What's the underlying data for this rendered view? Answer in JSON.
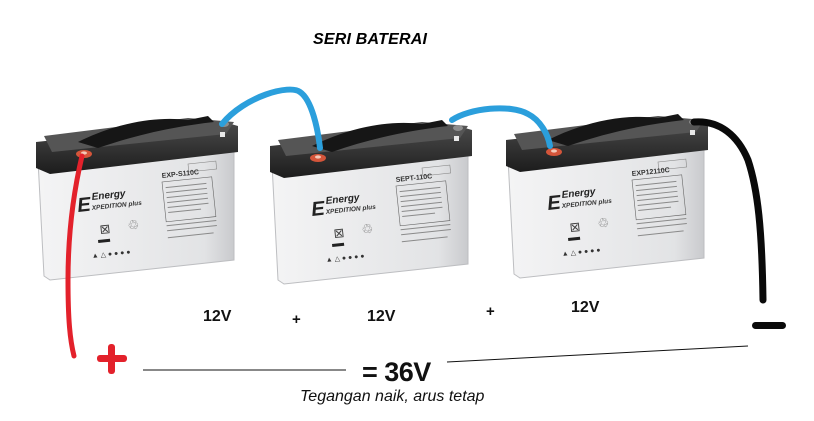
{
  "title": "SERI BATERAI",
  "batteries": [
    {
      "brand_top": "Energy",
      "brand_bottom": "EXPEDITION plus",
      "model": "EXP-S110C",
      "voltage_label": "12V"
    },
    {
      "brand_top": "Energy",
      "brand_bottom": "EXPEDITION plus",
      "model": "SEPT-110C",
      "voltage_label": "12V"
    },
    {
      "brand_top": "Energy",
      "brand_bottom": "EXPEDITION plus",
      "model": "EXP12110C",
      "voltage_label": "12V"
    }
  ],
  "operators": [
    "+",
    "+"
  ],
  "terminals": {
    "positive": "+",
    "negative": "−"
  },
  "result": "= 36V",
  "caption": "Tegangan naik, arus tetap",
  "colors": {
    "positive_wire": "#e3212b",
    "series_link": "#2b9fdc",
    "negative_wire": "#0a0a0a",
    "battery_body": "#e6e7e8",
    "battery_lid": "#2a2a2a",
    "terminal_copper": "#d4553a"
  }
}
